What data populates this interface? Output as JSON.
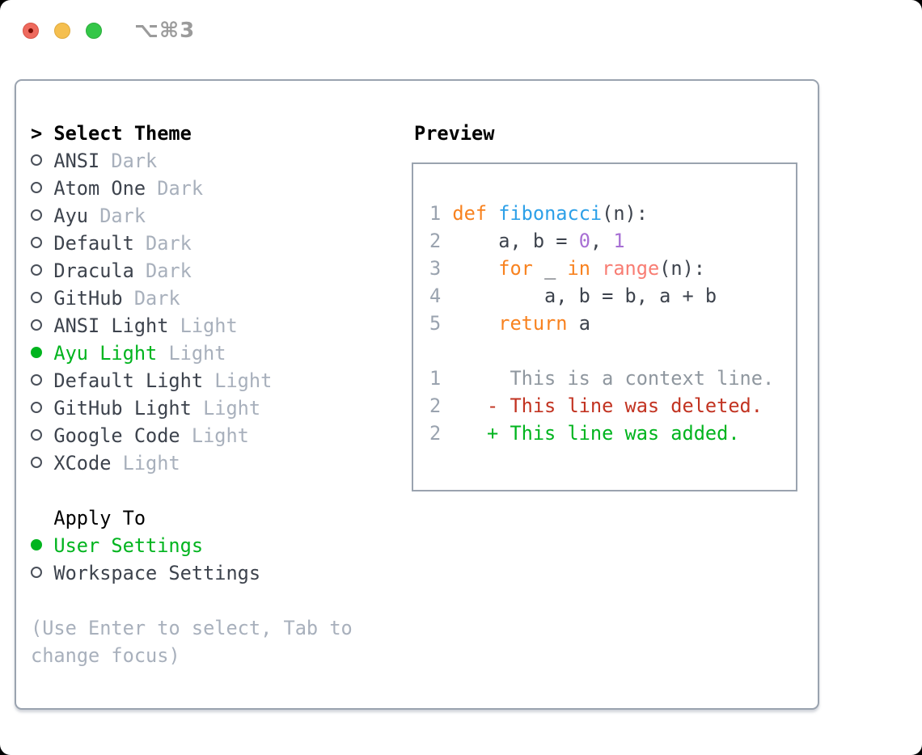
{
  "titlebar": {
    "title": "⌥⌘3",
    "buttons": [
      "close",
      "minimize",
      "zoom"
    ]
  },
  "select_theme": {
    "prompt": ">",
    "header": "Select Theme",
    "items": [
      {
        "name": "ANSI",
        "variant": "Dark",
        "selected": false
      },
      {
        "name": "Atom One",
        "variant": "Dark",
        "selected": false
      },
      {
        "name": "Ayu",
        "variant": "Dark",
        "selected": false
      },
      {
        "name": "Default",
        "variant": "Dark",
        "selected": false
      },
      {
        "name": "Dracula",
        "variant": "Dark",
        "selected": false
      },
      {
        "name": "GitHub",
        "variant": "Dark",
        "selected": false
      },
      {
        "name": "ANSI Light",
        "variant": "Light",
        "selected": false
      },
      {
        "name": "Ayu Light",
        "variant": "Light",
        "selected": true
      },
      {
        "name": "Default Light",
        "variant": "Light",
        "selected": false
      },
      {
        "name": "GitHub Light",
        "variant": "Light",
        "selected": false
      },
      {
        "name": "Google Code",
        "variant": "Light",
        "selected": false
      },
      {
        "name": "XCode",
        "variant": "Light",
        "selected": false
      }
    ]
  },
  "apply_to": {
    "header": "Apply To",
    "options": [
      {
        "label": "User Settings",
        "selected": true
      },
      {
        "label": "Workspace Settings",
        "selected": false
      }
    ]
  },
  "hint_lines": [
    "(Use Enter to select, Tab to",
    "change focus)"
  ],
  "preview": {
    "header": "Preview",
    "code": [
      {
        "num": "1",
        "segments": [
          [
            "kw",
            "def"
          ],
          [
            "pl",
            " "
          ],
          [
            "fn",
            "fibonacci"
          ],
          [
            "pl",
            "(n):"
          ]
        ]
      },
      {
        "num": "2",
        "segments": [
          [
            "pl",
            "    a, b = "
          ],
          [
            "num",
            "0"
          ],
          [
            "pl",
            ", "
          ],
          [
            "num",
            "1"
          ]
        ]
      },
      {
        "num": "3",
        "segments": [
          [
            "pl",
            "    "
          ],
          [
            "kw",
            "for"
          ],
          [
            "pl",
            " _ "
          ],
          [
            "kw",
            "in"
          ],
          [
            "pl",
            " "
          ],
          [
            "sp",
            "range"
          ],
          [
            "pl",
            "(n):"
          ]
        ]
      },
      {
        "num": "4",
        "segments": [
          [
            "pl",
            "        a, b = b, a + b"
          ]
        ]
      },
      {
        "num": "5",
        "segments": [
          [
            "pl",
            "    "
          ],
          [
            "kw",
            "return"
          ],
          [
            "pl",
            " a"
          ]
        ]
      }
    ],
    "diff": [
      {
        "num": "1",
        "marker": " ",
        "text": "This is a context line.",
        "type": "context"
      },
      {
        "num": "2",
        "marker": "-",
        "text": "This line was deleted.",
        "type": "deleted"
      },
      {
        "num": "2",
        "marker": "+",
        "text": "This line was added.",
        "type": "added"
      }
    ]
  },
  "colors": {
    "border": "#9aa3af",
    "text": "#3d434d",
    "muted": "#a8b0bc",
    "green": "#00b41e",
    "gutter": "#9aa3af",
    "context": "#8f979f",
    "del": "#c23321",
    "add": "#00b41e",
    "kw": "#f8821f",
    "fn": "#2da0e8",
    "sp": "#f87d73",
    "numlit": "#a76fd4",
    "title": "#9b9b9b",
    "red": "#ee6a5e",
    "yellow": "#f5bf4f",
    "grnlight": "#34c748"
  }
}
